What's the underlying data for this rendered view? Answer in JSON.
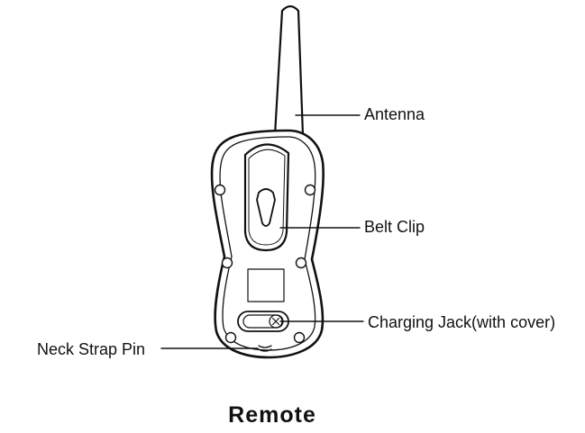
{
  "labels": {
    "antenna": "Antenna",
    "belt_clip": "Belt Clip",
    "charging_jack": "Charging Jack(with cover)",
    "neck_strap_pin": "Neck Strap Pin"
  },
  "caption": "Remote",
  "colors": {
    "line": "#111111",
    "background": "#ffffff"
  }
}
